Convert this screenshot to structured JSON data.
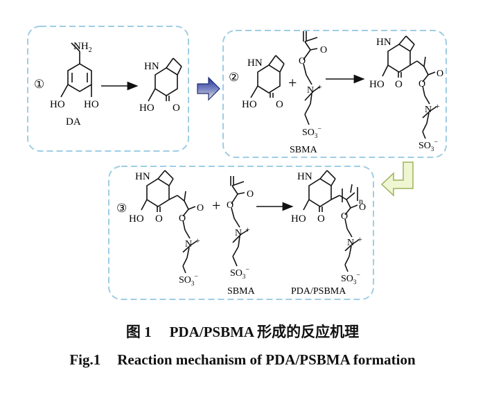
{
  "figure": {
    "steps": {
      "step1_marker": "①",
      "step2_marker": "②",
      "step3_marker": "③"
    },
    "labels": {
      "DA": "DA",
      "SBMA": "SBMA",
      "PDA_PSBMA": "PDA/PSBMA"
    },
    "atoms": {
      "NH2": "NH",
      "NH2_sub": "2",
      "HN": "HN",
      "HO": "HO",
      "O": "O",
      "N": "N",
      "plus_charge": "+",
      "SO3": "SO",
      "SO3_sub": "3",
      "SO3_sup": "−",
      "n": "n",
      "plus": "+"
    }
  },
  "caption": {
    "cn_number": "图 1",
    "cn_text": "PDA/PSBMA 形成的反应机理",
    "en_number": "Fig.1",
    "en_text": "Reaction mechanism of PDA/PSBMA formation"
  },
  "colors": {
    "box_border": "#9fcde3",
    "arrow_fill_top": "#2d3a9a",
    "arrow_fill_bottom": "#e9efc4",
    "line": "#111111"
  }
}
